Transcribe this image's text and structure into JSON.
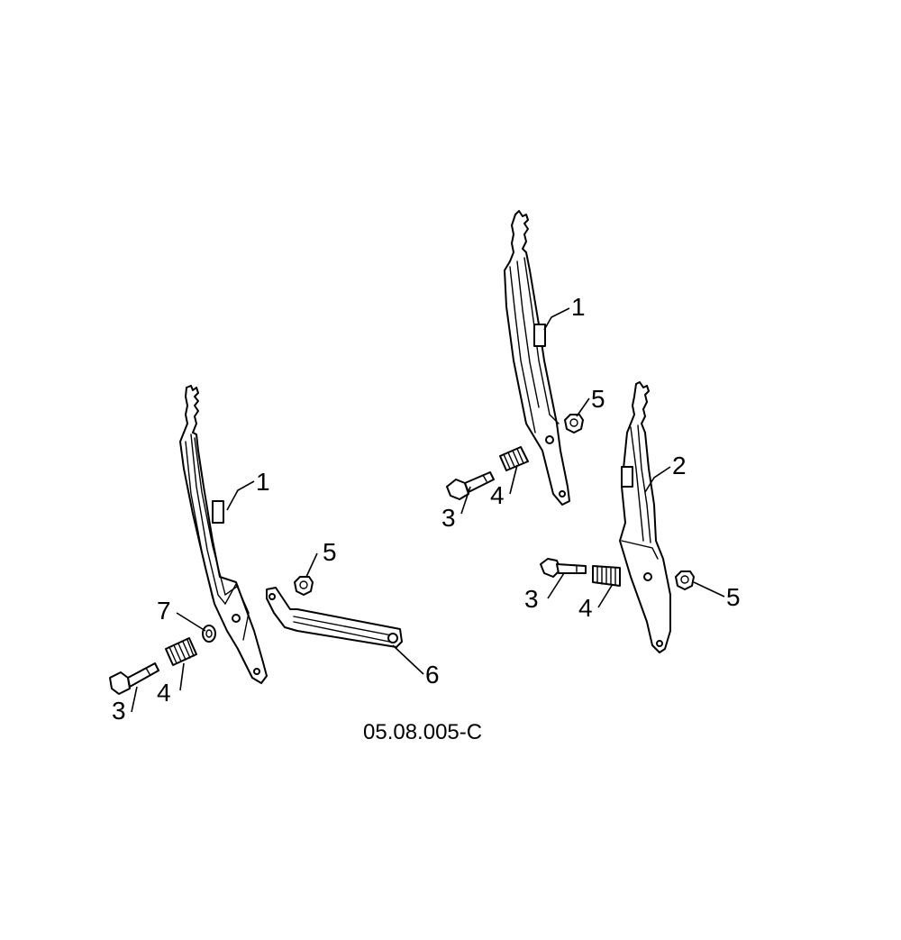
{
  "callouts": {
    "left_rail": "1",
    "left_washer": "7",
    "left_nut": "5",
    "left_bracket": "6",
    "left_spring": "4",
    "left_bolt": "3",
    "mid_rail": "1",
    "mid_nut": "5",
    "mid_spring": "4",
    "mid_bolt": "3",
    "right_rail": "2",
    "right_bolt": "3",
    "right_spring": "4",
    "right_nut": "5"
  },
  "diagram_code": "05.08.005-C"
}
